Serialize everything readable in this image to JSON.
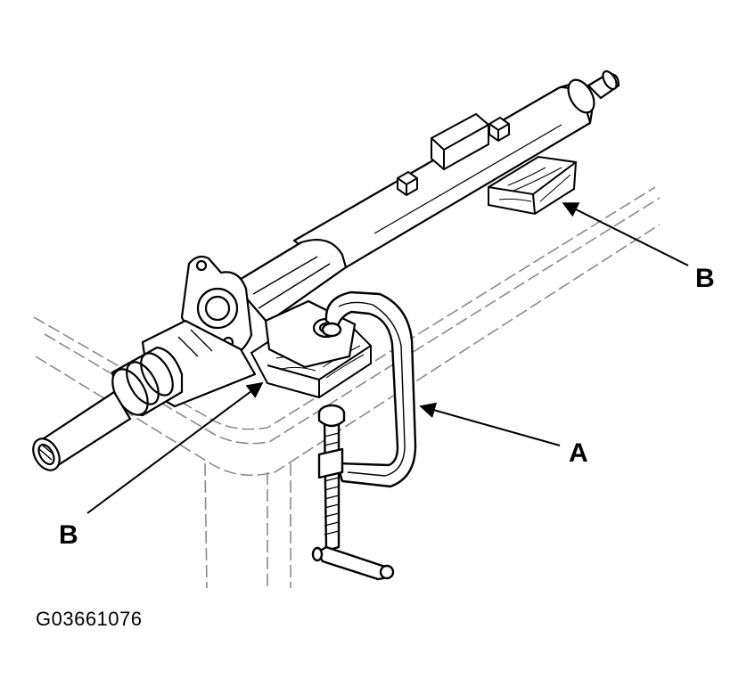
{
  "callouts": {
    "b_right": "B",
    "a": "A",
    "b_left": "B"
  },
  "figure_id": "G03661076",
  "colors": {
    "ink": "#000000",
    "paper": "#ffffff",
    "phantom": "#8a8a8a"
  }
}
